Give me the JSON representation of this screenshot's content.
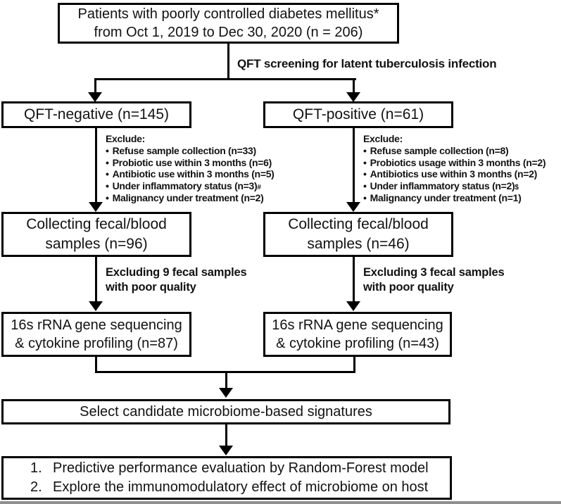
{
  "colors": {
    "ink": "#121212",
    "line": "#000000",
    "bottom_bar": "#8f8f8f"
  },
  "bullet": "•",
  "top_box": {
    "line1": "Patients with poorly controlled diabetes mellitus*",
    "line2": "from Oct 1, 2019 to Dec 30, 2020 (n = 206)"
  },
  "screening_label": "QFT screening for latent tuberculosis infection",
  "left": {
    "qft_label": "QFT-negative (n=145)",
    "exclude_title": "Exclude:",
    "exclude_items": [
      {
        "text": "Refuse sample collection (n=33)",
        "sup": ""
      },
      {
        "text": "Probiotic use within 3 months (n=6)",
        "sup": ""
      },
      {
        "text": "Antibiotic use within 3 months (n=5)",
        "sup": ""
      },
      {
        "text": "Under inflammatory status (n=3)",
        "sup": "#"
      },
      {
        "text": "Malignancy under treatment (n=2)",
        "sup": ""
      }
    ],
    "collect_line1": "Collecting fecal/blood",
    "collect_line2": "samples (n=96)",
    "excluding_line1": "Excluding 9 fecal samples",
    "excluding_line2": "with poor quality",
    "seq_line1": "16s rRNA gene sequencing",
    "seq_line2": "& cytokine profiling (n=87)"
  },
  "right": {
    "qft_label": "QFT-positive (n=61)",
    "exclude_title": "Exclude:",
    "exclude_items": [
      {
        "text": "Refuse sample collection (n=8)",
        "sup": ""
      },
      {
        "text": "Probiotics usage within 3 months (n=2)",
        "sup": ""
      },
      {
        "text": "Antibiotics use within 3 months (n=2)",
        "sup": ""
      },
      {
        "text": "Under inflammatory status (n=2)",
        "sup": "$"
      },
      {
        "text": "Malignancy under treatment (n=1)",
        "sup": ""
      }
    ],
    "collect_line1": "Collecting fecal/blood",
    "collect_line2": "samples (n=46)",
    "excluding_line1": "Excluding 3 fecal samples",
    "excluding_line2": "with poor quality",
    "seq_line1": "16s rRNA gene sequencing",
    "seq_line2": "& cytokine profiling (n=43)"
  },
  "select_box": "Select candidate microbiome-based signatures",
  "final_box": {
    "items": [
      {
        "num": "1.",
        "text": "Predictive performance evaluation by Random-Forest model"
      },
      {
        "num": "2.",
        "text": "Explore the immunomodulatory effect of microbiome on host"
      }
    ]
  }
}
